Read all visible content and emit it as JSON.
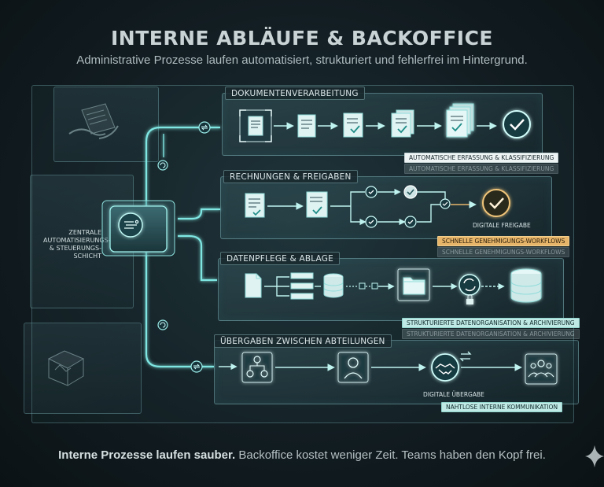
{
  "header": {
    "title": "INTERNE ABLÄUFE & BACKOFFICE",
    "subtitle": "Administrative Prozesse laufen automatisiert, strukturiert und fehlerfrei im Hintergrund."
  },
  "central": {
    "label": "ZENTRALE AUTOMATISIERUNGS- & STEUERUNGS- SCHICHT",
    "icon": "layers-icon"
  },
  "sections": [
    {
      "label": "DOKUMENTENVERARBEITUNG",
      "caption": "AUTOMATISCHE ERFASSUNG & KLASSIFIZIERUNG",
      "caption_ghost": "AUTOMATISCHE ERFASSUNG & KLASSIFIZIERUNG"
    },
    {
      "label": "RECHNUNGEN & FREIGABEN",
      "caption": "SCHNELLE GENEHMIGUNGS-WORKFLOWS",
      "caption_ghost": "SCHNELLE GENEHMIGUNGS-WORKFLOWS",
      "end_label": "DIGITALE FREIGABE"
    },
    {
      "label": "DATENPFLEGE & ABLAGE",
      "caption": "STRUKTURIERTE DATENORGANISATION & ARCHIVIERUNG",
      "caption_ghost": "STRUKTURIERTE DATENORGANISATION & ARCHIVIERUNG"
    },
    {
      "label": "ÜBERGABEN ZWISCHEN ABTEILUNGEN",
      "caption": "NAHTLOSE INTERNE KOMMUNIKATION",
      "end_label": "DIGITALE ÜBERGABE"
    }
  ],
  "footer": {
    "bold": "Interne Prozesse laufen sauber.",
    "rest": " Backoffice kostet weniger Zeit. Teams haben den Kopf frei."
  },
  "colors": {
    "accent": "#5fd6d2",
    "gold": "#e6b56a",
    "background": "#121d22"
  }
}
